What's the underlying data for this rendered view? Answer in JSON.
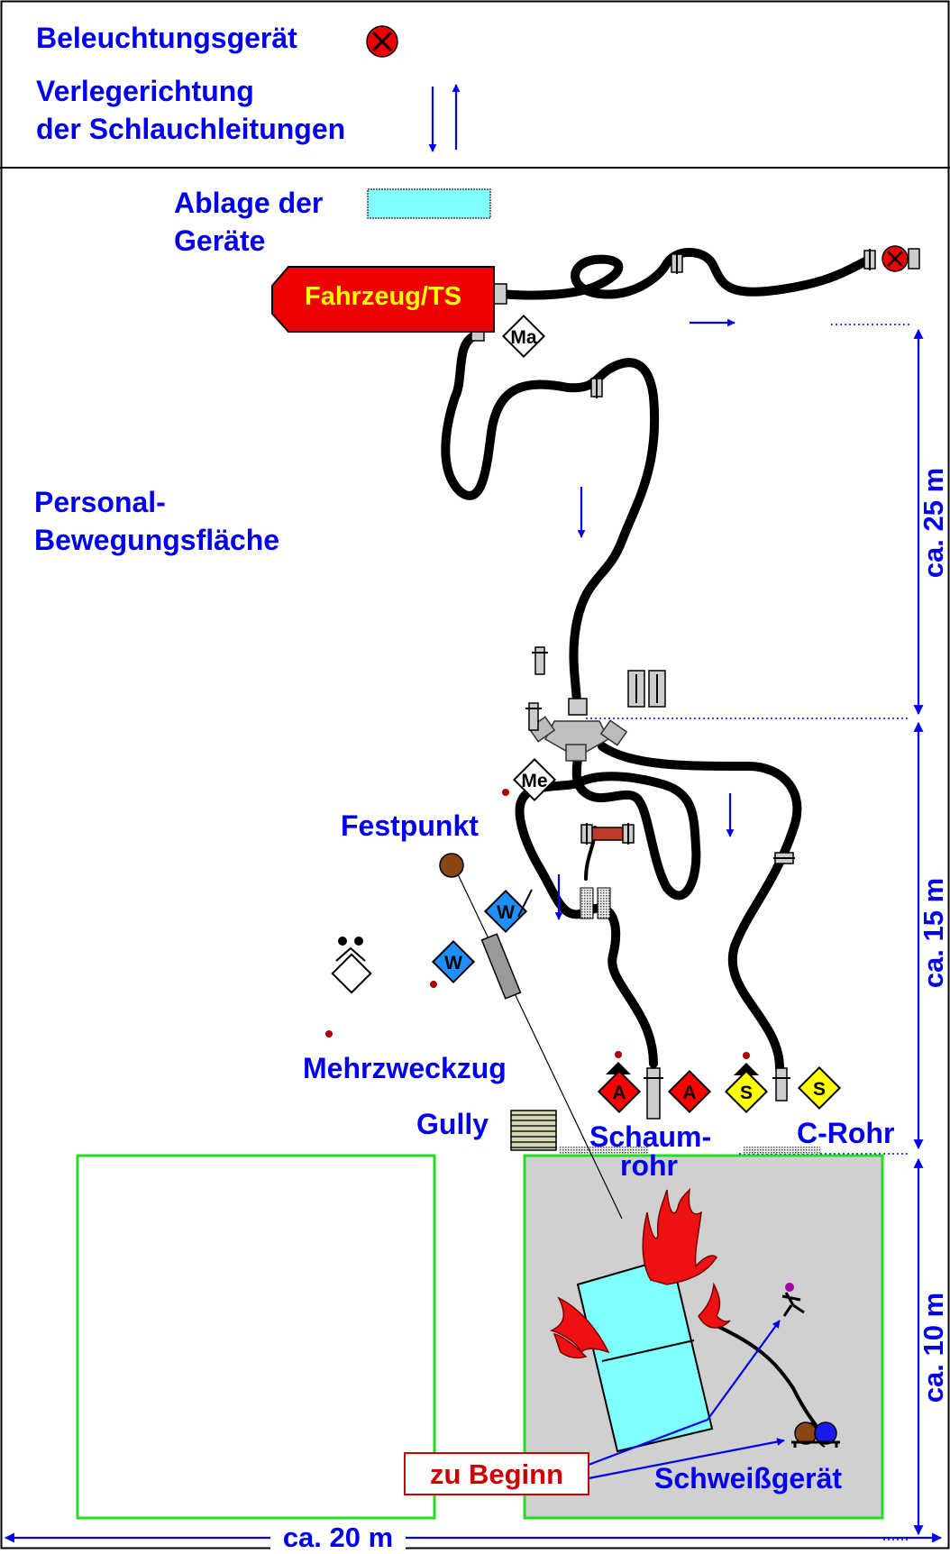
{
  "legend": {
    "lighting": "Beleuchtungsgerät",
    "direction_line1": "Verlegerichtung",
    "direction_line2": "der Schlauchleitungen",
    "storage_line1": "Ablage der",
    "storage_line2": "Geräte"
  },
  "labels": {
    "vehicle": "Fahrzeug/TS",
    "personnel_line1": "Personal-",
    "personnel_line2": "Bewegungsfläche",
    "fixpoint": "Festpunkt",
    "winch": "Mehrzweckzug",
    "gully": "Gully",
    "foam_line1": "Schaum-",
    "foam_line2": "rohr",
    "c_nozzle": "C-Rohr",
    "start": "zu Beginn",
    "welder": "Schweißgerät"
  },
  "symbols": {
    "machinist": "Ma",
    "messenger": "Me",
    "water_troop": "W",
    "attack_troop": "A",
    "hose_troop": "S"
  },
  "dimensions": {
    "d1": "ca. 25 m",
    "d2": "ca. 15 m",
    "d3": "ca. 10 m",
    "width": "ca. 20 m"
  },
  "colors": {
    "label_blue": "#0000ee",
    "storage_cyan": "#80ffff",
    "fire_red": "#ee1111",
    "area_green": "#22dd22",
    "attack_red": "#ff0000",
    "hose_yellow": "#ffff00",
    "water_blue": "#1e90ff",
    "vehicle_text": "#ffff00"
  }
}
